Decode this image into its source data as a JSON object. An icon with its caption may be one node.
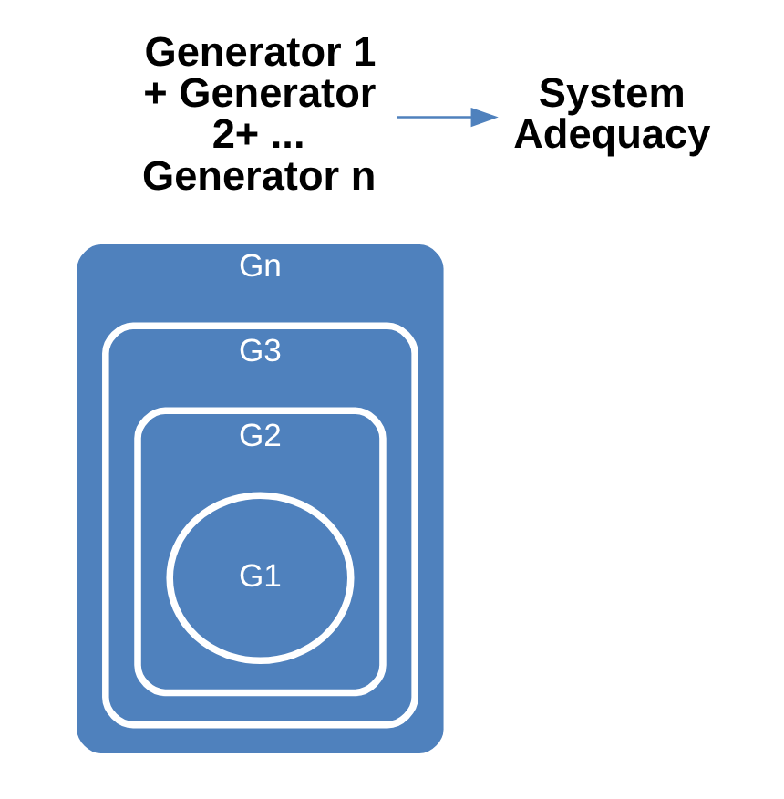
{
  "diagram": {
    "nodes": [
      {
        "text": [
          "Gn"
        ]
      },
      {
        "text": [
          "G3"
        ],
        "in": 0
      },
      {
        "text": [
          "G2"
        ],
        "in": 1
      },
      {
        "text": [
          "G1"
        ],
        "in": 2
      },
      {
        "text": [
          "Generator 1 + Generator 2+ ... Generator n"
        ]
      },
      {
        "text": [
          "System Adequacy"
        ]
      }
    ],
    "edges": [
      {
        "from": 4,
        "to": 5,
        "arrow": "to"
      }
    ]
  }
}
